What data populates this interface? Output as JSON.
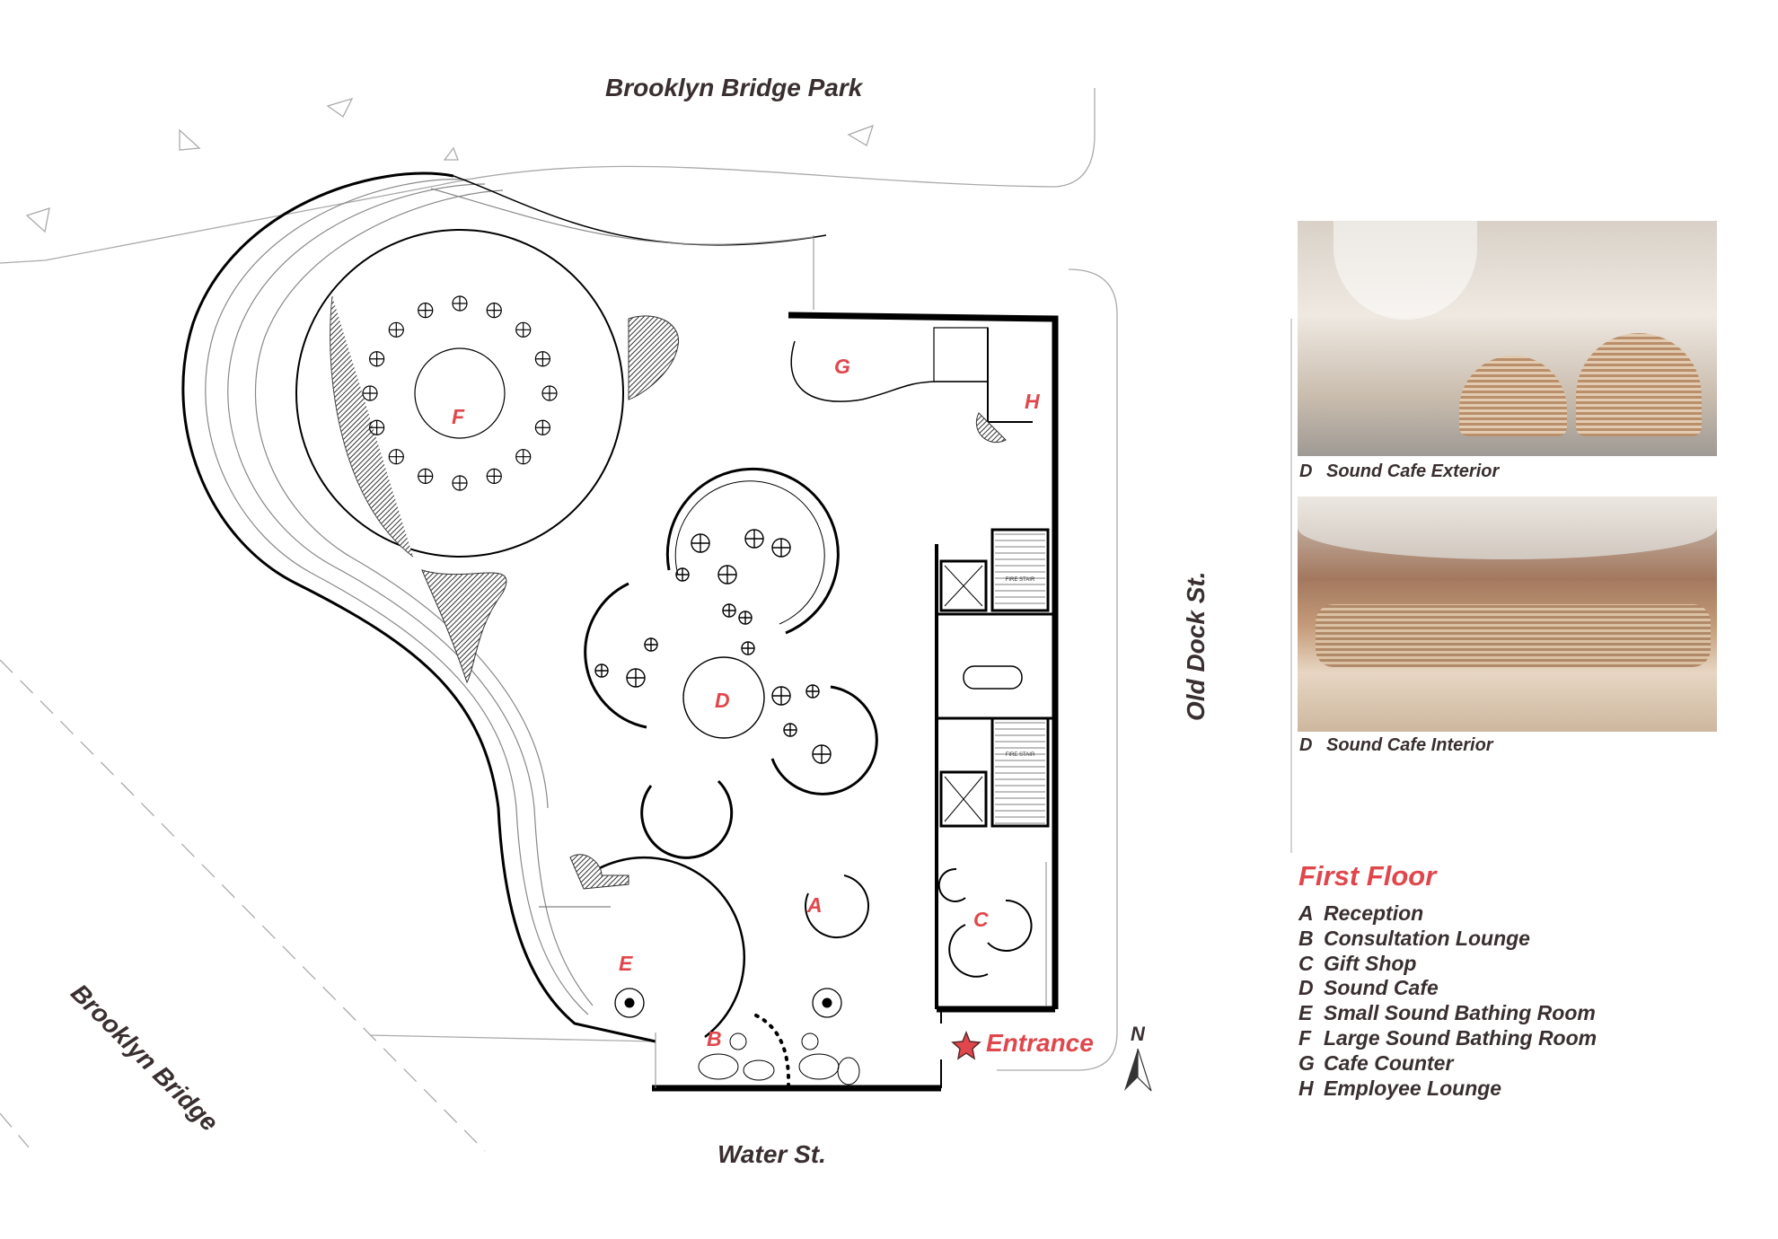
{
  "streets": {
    "north": "Brooklyn Bridge Park",
    "south": "Water St.",
    "east": "Old Dock St.",
    "southwest": "Brooklyn Bridge"
  },
  "rooms": [
    "A",
    "B",
    "C",
    "D",
    "E",
    "F",
    "G",
    "H"
  ],
  "plan_labels": {
    "fire_stair": "FIRE STAIR"
  },
  "entrance": {
    "label": "Entrance",
    "icon": "star-icon"
  },
  "north_arrow": {
    "label": "N"
  },
  "photos": [
    {
      "key": "D",
      "caption": "Sound Cafe Exterior"
    },
    {
      "key": "D",
      "caption": "Sound Cafe Interior"
    }
  ],
  "legend": {
    "title": "First Floor",
    "items": [
      {
        "key": "A",
        "label": "Reception"
      },
      {
        "key": "B",
        "label": "Consultation Lounge"
      },
      {
        "key": "C",
        "label": "Gift Shop"
      },
      {
        "key": "D",
        "label": "Sound Cafe"
      },
      {
        "key": "E",
        "label": "Small Sound Bathing Room"
      },
      {
        "key": "F",
        "label": "Large Sound Bathing Room"
      },
      {
        "key": "G",
        "label": "Cafe Counter"
      },
      {
        "key": "H",
        "label": "Employee Lounge"
      }
    ]
  },
  "colors": {
    "accent": "#e0474c",
    "text": "#3a2f30",
    "wall": "#000000"
  }
}
